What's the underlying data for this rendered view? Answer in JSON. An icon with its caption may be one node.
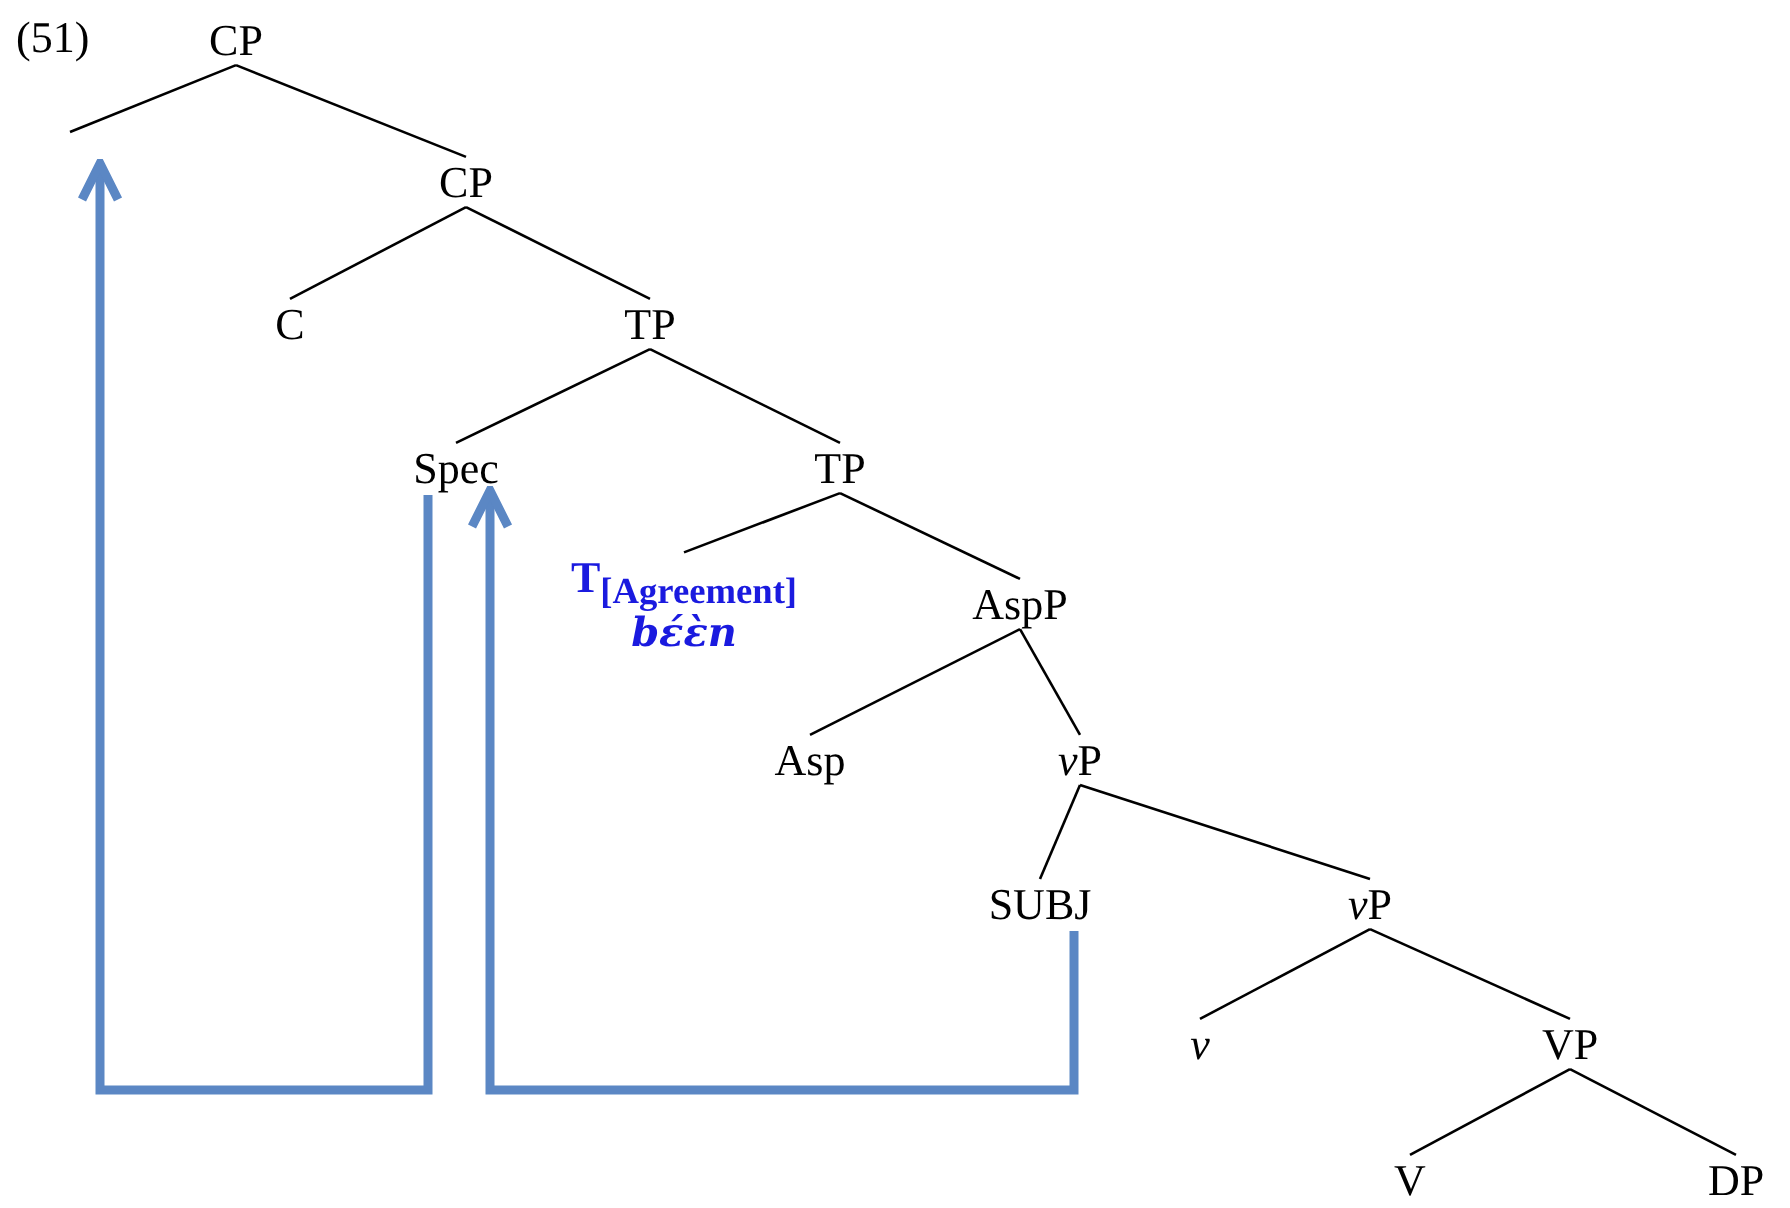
{
  "diagram": {
    "nodes": [
      {
        "text": [
          "CP"
        ]
      },
      {
        "text": [
          "CP"
        ]
      },
      {
        "text": [
          "C"
        ]
      },
      {
        "text": [
          "TP"
        ]
      },
      {
        "text": [
          "Spec"
        ]
      },
      {
        "text": [
          "TP"
        ]
      },
      {
        "text": [
          "T$_{[Agreement]}$",
          "bɛ́ɛ̀n"
        ]
      },
      {
        "text": [
          "AspP"
        ]
      },
      {
        "text": [
          "Asp"
        ]
      },
      {
        "text": [
          "vP"
        ]
      },
      {
        "text": [
          "SUBJ"
        ]
      },
      {
        "text": [
          "vP"
        ]
      },
      {
        "text": [
          "v"
        ]
      },
      {
        "text": [
          "VP"
        ]
      },
      {
        "text": [
          "V"
        ]
      },
      {
        "text": [
          "DP"
        ]
      }
    ],
    "edges": [
      {
        "from": 0,
        "to": null,
        "arrow": "none"
      },
      {
        "from": 0,
        "to": 1,
        "arrow": "none"
      },
      {
        "from": 1,
        "to": 2,
        "arrow": "none"
      },
      {
        "from": 1,
        "to": 3,
        "arrow": "none"
      },
      {
        "from": 3,
        "to": 4,
        "arrow": "none"
      },
      {
        "from": 3,
        "to": 5,
        "arrow": "none"
      },
      {
        "from": 5,
        "to": 6,
        "arrow": "none"
      },
      {
        "from": 5,
        "to": 7,
        "arrow": "none"
      },
      {
        "from": 7,
        "to": 8,
        "arrow": "none"
      },
      {
        "from": 7,
        "to": 9,
        "arrow": "none"
      },
      {
        "from": 9,
        "to": 10,
        "arrow": "none"
      },
      {
        "from": 9,
        "to": 11,
        "arrow": "none"
      },
      {
        "from": 11,
        "to": 12,
        "arrow": "none"
      },
      {
        "from": 11,
        "to": 13,
        "arrow": "none"
      },
      {
        "from": 13,
        "to": 14,
        "arrow": "none"
      },
      {
        "from": 13,
        "to": 15,
        "arrow": "none"
      },
      {
        "from": 4,
        "to": null,
        "arrow": "to",
        "style": "thick",
        "color": "#5b87c4"
      },
      {
        "from": 10,
        "to": 4,
        "arrow": "to",
        "style": "thick",
        "color": "#5b87c4"
      }
    ],
    "labels": [
      "(51)"
    ]
  }
}
